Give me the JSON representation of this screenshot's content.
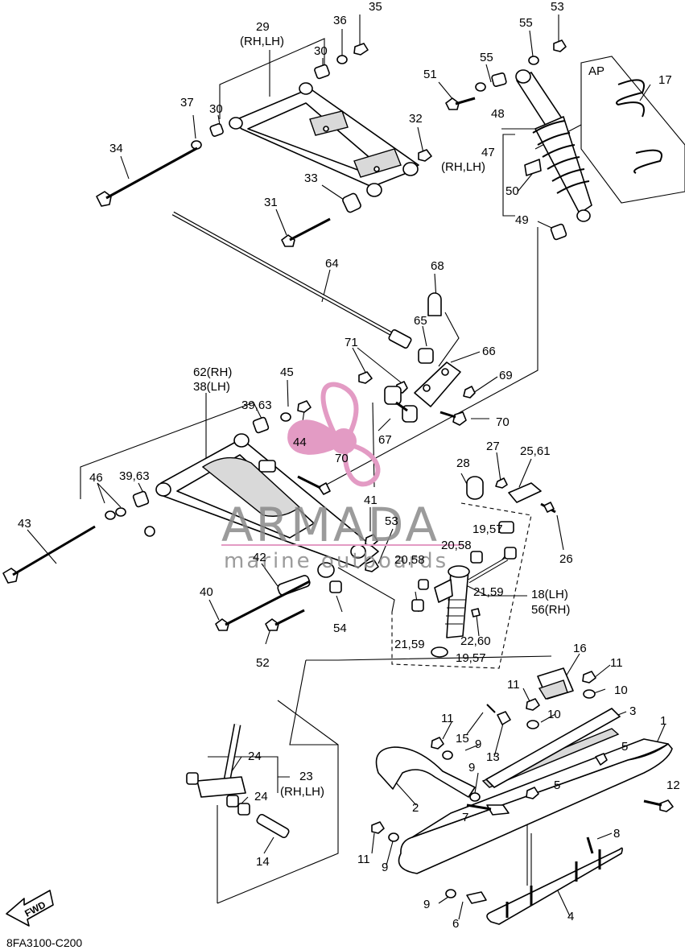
{
  "diagram": {
    "code": "8FA3100-C200",
    "fwd_label": "FWD",
    "ap_label": "AP",
    "labels": {
      "l1": "1",
      "l2": "2",
      "l3": "3",
      "l4": "4",
      "l5a": "5",
      "l5b": "5",
      "l6": "6",
      "l7": "7",
      "l8": "8",
      "l9a": "9",
      "l9b": "9",
      "l9c": "9",
      "l9d": "9",
      "l10a": "10",
      "l10b": "10",
      "l11a": "11",
      "l11b": "11",
      "l11c": "11",
      "l11d": "11",
      "l12": "12",
      "l13": "13",
      "l14": "14",
      "l15": "15",
      "l16": "16",
      "l17": "17",
      "l18": "18(LH)",
      "l56": "56(RH)",
      "l19a": "19,57",
      "l19b": "19,57",
      "l20a": "20,58",
      "l20b": "20,58",
      "l21a": "21,59",
      "l21b": "21,59",
      "l22": "22,60",
      "l23a": "23",
      "l23b": "(RH,LH)",
      "l24a": "24",
      "l24b": "24",
      "l25": "25,61",
      "l26": "26",
      "l27": "27",
      "l28": "28",
      "l29a": "29",
      "l29b": "(RH,LH)",
      "l30a": "30",
      "l30b": "30",
      "l31": "31",
      "l32": "32",
      "l33": "33",
      "l34": "34",
      "l35": "35",
      "l36": "36",
      "l37": "37",
      "l39a": "39,63",
      "l39b": "39,63",
      "l40": "40",
      "l41": "41",
      "l42": "42",
      "l43": "43",
      "l44": "44",
      "l45": "45",
      "l46": "46",
      "l47a": "47",
      "l47b": "(RH,LH)",
      "l48": "48",
      "l49": "49",
      "l50": "50",
      "l51": "51",
      "l52": "52",
      "l53a": "53",
      "l53b": "53",
      "l54": "54",
      "l55a": "55",
      "l55b": "55",
      "l62": "62(RH)",
      "l38": "38(LH)",
      "l64": "64",
      "l65": "65",
      "l66": "66",
      "l67": "67",
      "l68": "68",
      "l69": "69",
      "l70a": "70",
      "l70b": "70",
      "l71": "71"
    }
  },
  "watermark": {
    "brand": "ARMADA",
    "tagline": "marine outboards",
    "color": "#e39bc4",
    "text_color": "#8a8a8a"
  }
}
